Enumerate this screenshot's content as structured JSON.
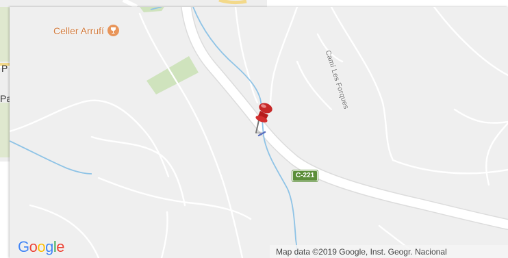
{
  "back_map": {
    "labels": [
      "P",
      "Pa"
    ]
  },
  "main_map": {
    "poi": {
      "name": "Celler Arrufí",
      "icon": "wine-glass-icon",
      "color": "#d17b3e"
    },
    "street": "Camí Les Forques",
    "road_shield": "C-221",
    "road_shield_color": "#5c8f3a",
    "pin": {
      "icon": "red-pushpin-icon",
      "color": "#c62828"
    }
  },
  "footer": {
    "logo": [
      "G",
      "o",
      "o",
      "g",
      "l",
      "e"
    ],
    "logo_colors": [
      "#4285F4",
      "#EA4335",
      "#FBBC05",
      "#4285F4",
      "#34A853",
      "#EA4335"
    ],
    "attribution": "Map data ©2019 Google, Inst. Geogr. Nacional"
  }
}
